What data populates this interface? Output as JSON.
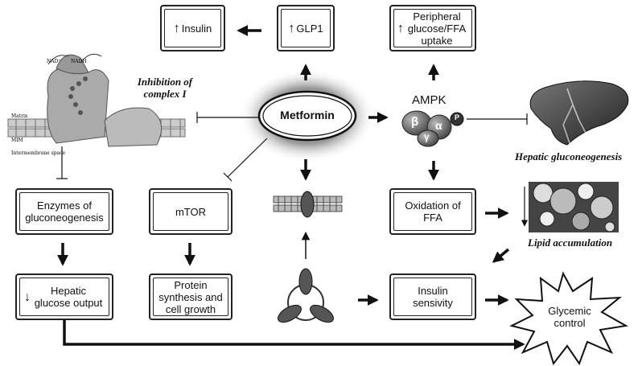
{
  "boxes": {
    "insulin": "Insulin",
    "glp1": "GLP1",
    "peripheral": "Peripheral glucose/FFA uptake",
    "enzymes": "Enzymes of gluconeogenesis",
    "mtor": "mTOR",
    "oxidation": "Oxidation of FFA",
    "hepatic_output": "Hepatic glucose output",
    "protein": "Protein synthesis and cell growth",
    "insulin_sens": "Insulin sensivity"
  },
  "center": "Metformin",
  "ampk": {
    "label": "AMPK",
    "subunits": [
      "β",
      "α",
      "γ",
      "P"
    ]
  },
  "labels": {
    "complex1": "Inhibition of complex I",
    "hepatic_gluco": "Hepatic gluconeogenesis",
    "lipid": "Lipid accumulation",
    "glycemic": "Glycemic control"
  },
  "colors": {
    "line": "#111111",
    "box_border": "#222222"
  }
}
